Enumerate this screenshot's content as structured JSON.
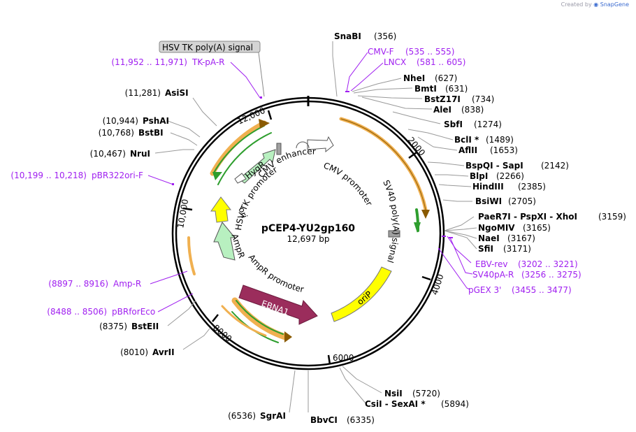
{
  "watermark": {
    "created_by": "Created by",
    "brand": "SnapGene"
  },
  "plasmid": {
    "name": "pCEP4-YU2gp160",
    "size_label": "12,697 bp"
  },
  "ticks": [
    {
      "label": "2000"
    },
    {
      "label": "4000"
    },
    {
      "label": "6000"
    },
    {
      "label": "8000"
    },
    {
      "label": "10,000"
    },
    {
      "label": "12,000"
    }
  ],
  "enzymes_right": [
    {
      "name": "SnaBI",
      "pos": "(356)"
    },
    {
      "name": "NheI",
      "pos": "(627)"
    },
    {
      "name": "BmtI",
      "pos": "(631)"
    },
    {
      "name": "BstZ17I",
      "pos": "(734)"
    },
    {
      "name": "AleI",
      "pos": "(838)"
    },
    {
      "name": "SbfI",
      "pos": "(1274)"
    },
    {
      "name": "BclI *",
      "pos": "(1489)"
    },
    {
      "name": "AflII",
      "pos": "(1653)"
    },
    {
      "name": "BspQI  -  SapI",
      "pos": "(2142)"
    },
    {
      "name": "BlpI",
      "pos": "(2266)"
    },
    {
      "name": "HindIII",
      "pos": "(2385)"
    },
    {
      "name": "BsiWI",
      "pos": "(2705)"
    },
    {
      "name": "PaeR7I  -  PspXI  -  XhoI",
      "pos": "(3159)"
    },
    {
      "name": "NgoMIV",
      "pos": "(3165)"
    },
    {
      "name": "NaeI",
      "pos": "(3167)"
    },
    {
      "name": "SfiI",
      "pos": "(3171)"
    },
    {
      "name": "NsiI",
      "pos": "(5720)"
    },
    {
      "name": "CsiI  -  SexAI *",
      "pos": "(5894)"
    },
    {
      "name": "BbvCI",
      "pos": "(6335)"
    }
  ],
  "enzymes_left": [
    {
      "name": "SgrAI",
      "pos": "(6536)"
    },
    {
      "name": "AvrII",
      "pos": "(8010)"
    },
    {
      "name": "BstEII",
      "pos": "(8375)"
    },
    {
      "name": "NruI",
      "pos": "(10,467)"
    },
    {
      "name": "BstBI",
      "pos": "(10,768)"
    },
    {
      "name": "PshAI",
      "pos": "(10,944)"
    },
    {
      "name": "AsiSI",
      "pos": "(11,281)"
    }
  ],
  "primers": [
    {
      "name": "CMV-F",
      "pos": "(535 .. 555)"
    },
    {
      "name": "LNCX",
      "pos": "(581 .. 605)"
    },
    {
      "name": "EBV-rev",
      "pos": "(3202 .. 3221)"
    },
    {
      "name": "SV40pA-R",
      "pos": "(3256 .. 3275)"
    },
    {
      "name": "pGEX 3'",
      "pos": "(3455 .. 3477)"
    },
    {
      "name": "Amp-R",
      "pos": "(8897 .. 8916)"
    },
    {
      "name": "pBRforEco",
      "pos": "(8488 .. 8506)"
    },
    {
      "name": "pBR322ori-F",
      "pos": "(10,199 .. 10,218)"
    },
    {
      "name": "TK-pA-R",
      "pos": "(11,952 .. 11,971)"
    }
  ],
  "features": {
    "hsv_tk_polyA": "HSV TK poly(A) signal",
    "cmv_enhancer": "CMV enhancer",
    "cmv_promoter": "CMV promoter",
    "sv40_polyA": "SV40 poly(A) signal",
    "orip": "oriP",
    "ebna1": "EBNA1",
    "ampr_promoter": "AmpR promoter",
    "ampr": "AmpR",
    "ori": "ori",
    "hsv_tk_promoter": "HSV TK promoter",
    "hygr": "HygR"
  },
  "colors": {
    "backbone": "#000000",
    "primer": "#a020f0",
    "orf_orange": "#f0b050",
    "orf_green": "#2e9e2e",
    "hygr_fill": "#b8f0c0",
    "ampr_fill": "#b8f0c0",
    "ori_fill": "#ffff00",
    "orip_fill": "#ffff00",
    "ebna1_fill": "#9b2d5c",
    "signal_fill": "#a0a0a0",
    "promoter_fill": "#ffffff"
  }
}
